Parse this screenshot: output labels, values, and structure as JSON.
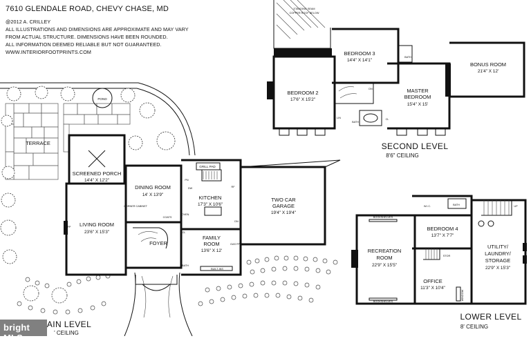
{
  "header": {
    "title": "7610 GLENDALE ROAD, CHEVY CHASE, MD",
    "lines": [
      "@2012 A. CRILLEY",
      "ALL ILLUSTRATIONS AND DIMENSIONS ARE APPROXIMATE AND MAY VARY",
      "FROM ACTUAL STRUCTURE. DIMENSIONS HAVE BEEN ROUNDED.",
      "ALL INFORMATION DEEMED RELIABLE BUT NOT GUARANTEED.",
      "WWW.INTERIORFOOTPRINTS.COM"
    ]
  },
  "main_level": {
    "title": "AIN LEVEL",
    "ceiling": "' CEILING",
    "labels": {
      "pond": "POND",
      "terrace": "TERRACE",
      "grill_pad": "GRILL PAD",
      "coats": "COATS",
      "pn": "PN",
      "dw": "DW",
      "rf": "RF",
      "oven": "OVEN",
      "dn": "DN",
      "cl": "CL",
      "gas_fp": "GAS FP",
      "built_ins": "BUILT-INS",
      "corner_cabinet": "CORNER CABINET",
      "bath": "BATH",
      "fp": "FP"
    },
    "rooms": [
      {
        "name": "SCREENED PORCH",
        "dims": "14'4\" X 12'2\""
      },
      {
        "name": "DINING ROOM",
        "dims": "14' X 13'9\""
      },
      {
        "name": "KITCHEN",
        "dims": "17'3\" X 10'6\""
      },
      {
        "name": "TWO CAR",
        "name2": "GARAGE",
        "dims": "19'4\" X 19'4\""
      },
      {
        "name": "LIVING ROOM",
        "dims": "23'6\" X 15'3\""
      },
      {
        "name": "FOYER"
      },
      {
        "name": "FAMILY",
        "name2": "ROOM",
        "dims": "13'6\" X 12'"
      }
    ]
  },
  "second_level": {
    "title": "SECOND LEVEL",
    "ceiling": "8'6\" CEILING",
    "roof_note_1": "STANDING SEAM",
    "roof_note_2": "COPPER ROOF BELOW",
    "labels": {
      "bath": "BATH",
      "dn": "DN",
      "lin": "LIN",
      "cl": "CL"
    },
    "rooms": [
      {
        "name": "BEDROOM 3",
        "dims": "14'4\" X 14'1\""
      },
      {
        "name": "BONUS ROOM",
        "dims": "21'4\" X 12'"
      },
      {
        "name": "BEDROOM 2",
        "dims": "17'6\" X 15'2\""
      },
      {
        "name": "MASTER",
        "name2": "BEDROOM",
        "dims": "15'4\" X 15'"
      }
    ]
  },
  "lower_level": {
    "title": "LOWER LEVEL",
    "ceiling": "8' CEILING",
    "labels": {
      "wic": "W.I.C.",
      "bath": "BATH",
      "up": "UP",
      "bookshelves": "BOOKSHELVES",
      "stor": "STOR",
      "window": "WINDOW",
      "fp": "FP"
    },
    "rooms": [
      {
        "name": "BEDROOM 4",
        "dims": "13'7\" X 7'7\""
      },
      {
        "name": "RECREATION",
        "name2": "ROOM",
        "dims": "22'9\" X 15'5\""
      },
      {
        "name": "UTILITY/",
        "name2": "LAUNDRY/",
        "name3": "STORAGE",
        "dims": "22'9\" X 15'3\""
      },
      {
        "name": "OFFICE",
        "dims": "11'3\" X 10'4\""
      }
    ]
  },
  "logo": {
    "text": "bright MLS"
  }
}
